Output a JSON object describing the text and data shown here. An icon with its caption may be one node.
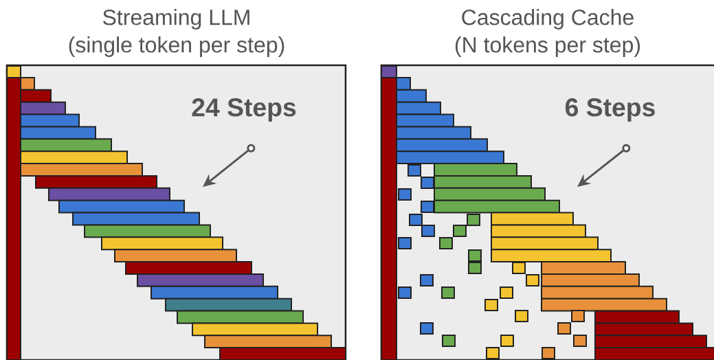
{
  "diagram": {
    "labels": [
      "Streaming LLM",
      "(single token per step)",
      "Cascading Cache",
      "(N tokens per step)",
      "24 Steps",
      "6 Steps"
    ]
  }
}
